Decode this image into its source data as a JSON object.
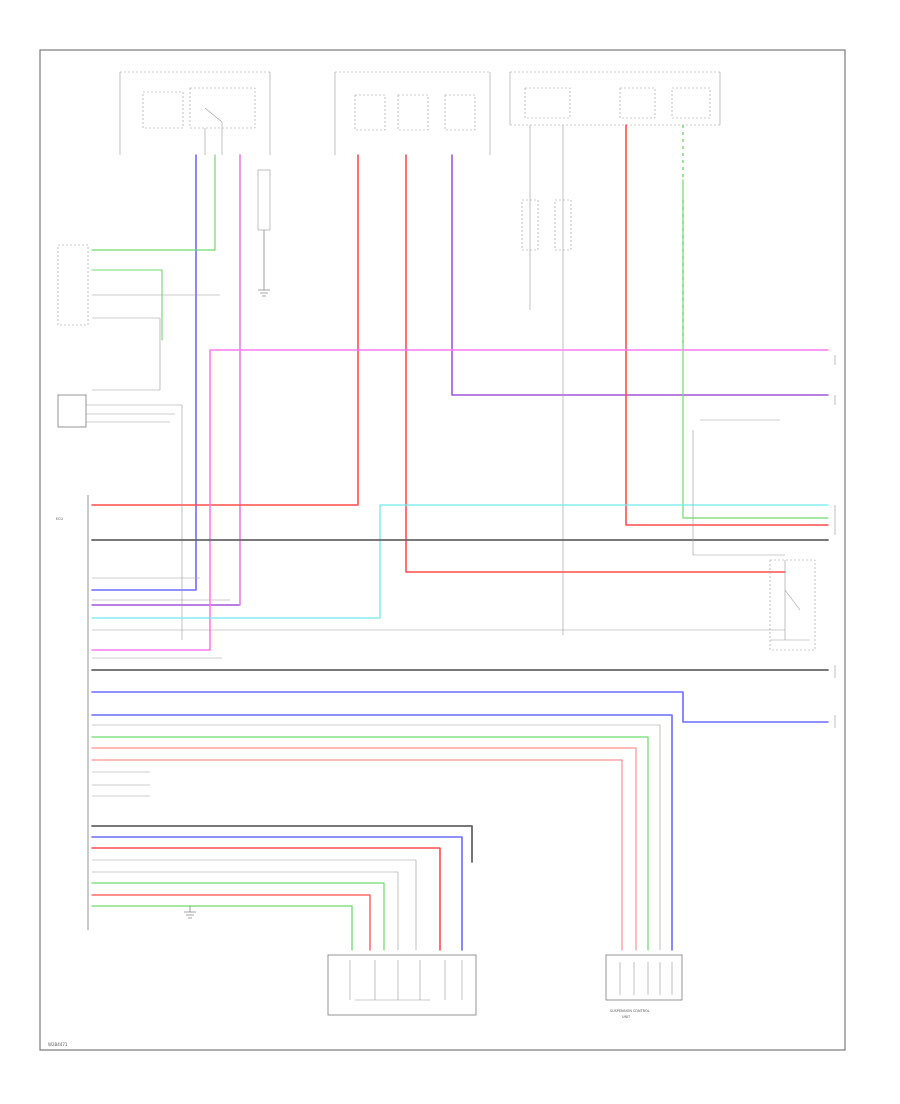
{
  "diagram": {
    "page_code": "W2B4471",
    "components": {
      "ecu": "ECU",
      "lower_right_module_1": "SUSPENSION CONTROL",
      "lower_right_module_2": "UNIT"
    },
    "colors": {
      "frame": "#7a7a7a",
      "wire_green": "#6cdc6c",
      "wire_red": "#ff4d4d",
      "wire_pink": "#ff7cf0",
      "wire_blue": "#6b6bff",
      "wire_cyan": "#6fe9ef",
      "wire_purple": "#a256d8",
      "wire_gray": "#9e9e9e",
      "wire_black": "#666666"
    }
  }
}
